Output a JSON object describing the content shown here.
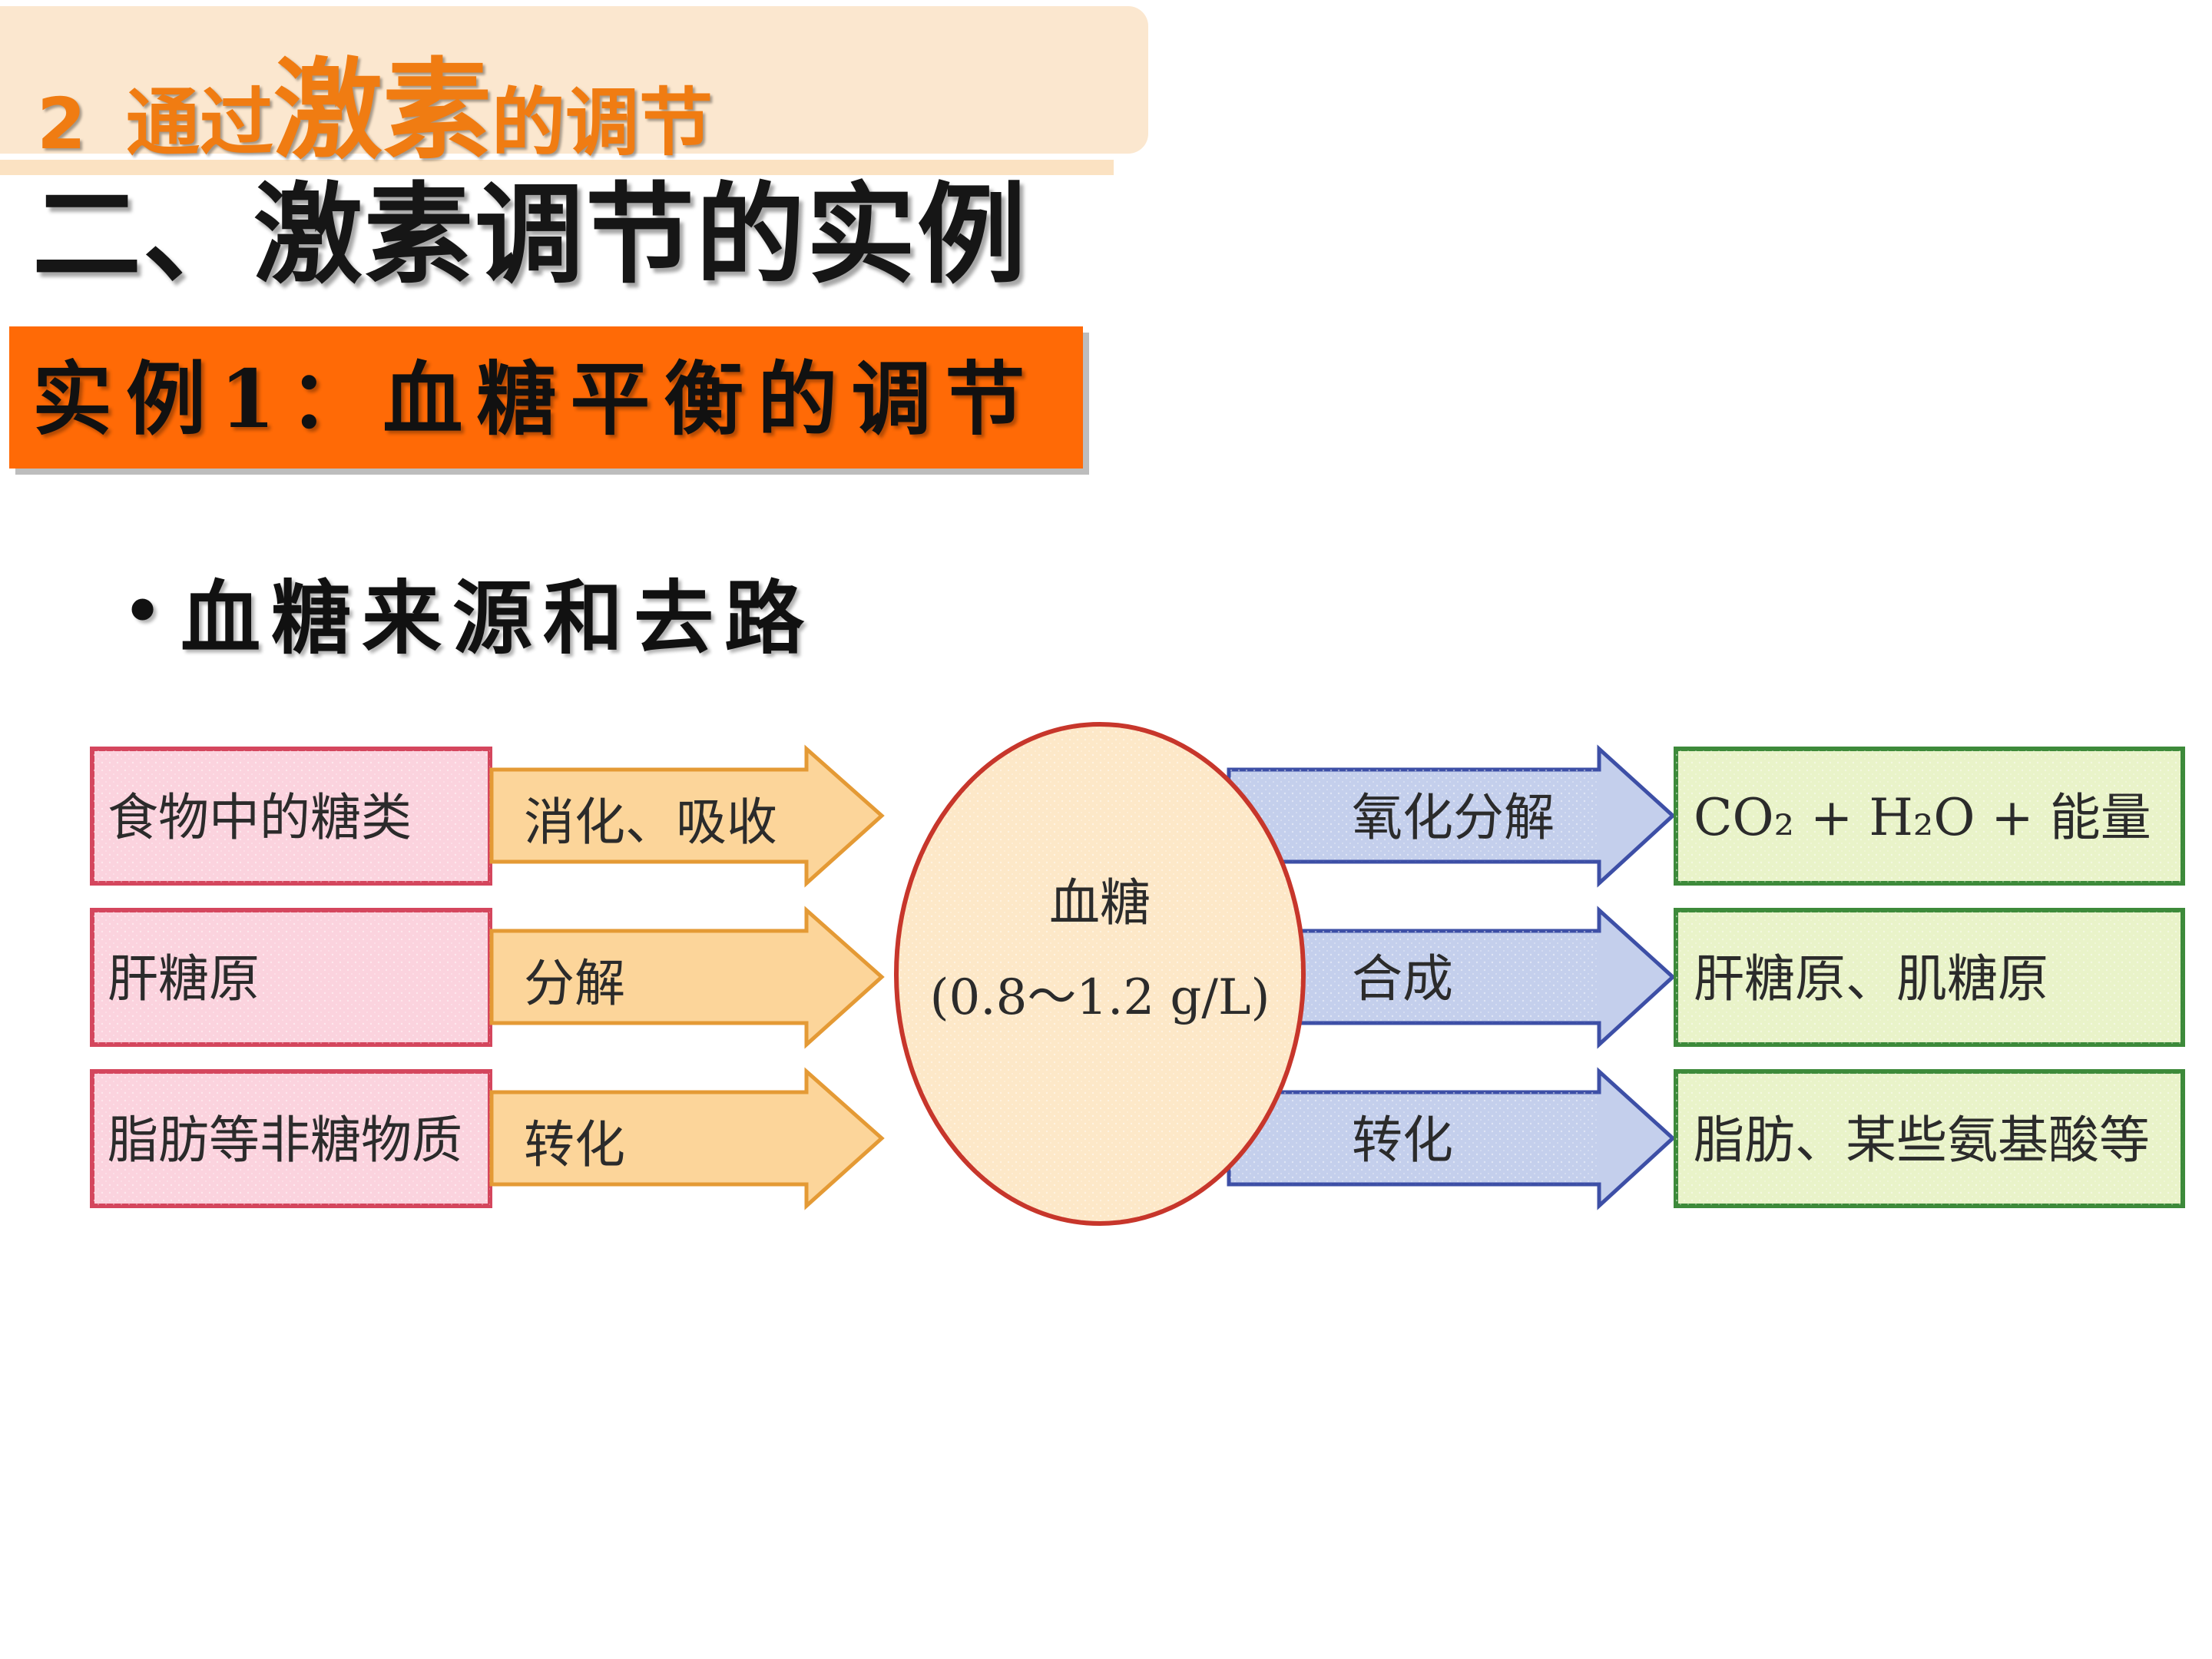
{
  "header": {
    "section_number": "2",
    "title_part1": "通过",
    "title_part2": "激素",
    "title_part3": "的调节"
  },
  "heading": "二、激素调节的实例",
  "example_label": "实例1：血糖平衡的调节",
  "bullet": {
    "dot": "•",
    "text": "血糖来源和去路"
  },
  "diagram": {
    "sources": [
      {
        "box": "食物中的糖类",
        "process": "消化、吸收"
      },
      {
        "box": "肝糖原",
        "process": "分解"
      },
      {
        "box": "脂肪等非糖物质",
        "process": "转化"
      }
    ],
    "center": {
      "label": "血糖",
      "range": "(0.8～1.2 g/L)"
    },
    "destinations": [
      {
        "process": "氧化分解",
        "box": "CO₂ + H₂O + 能量"
      },
      {
        "process": "合成",
        "box": "肝糖原、肌糖原"
      },
      {
        "process": "转化",
        "box": "脂肪、某些氨基酸等"
      }
    ],
    "colors": {
      "source_box_fill": "#fbd3de",
      "source_box_border": "#d4465d",
      "source_arrow_fill": "#fcd59a",
      "source_arrow_border": "#e49a35",
      "center_fill": "#fde8c8",
      "center_border": "#c7362b",
      "dest_arrow_fill": "#c4cfec",
      "dest_arrow_border": "#3d4fa6",
      "dest_box_fill": "#e9f3c9",
      "dest_box_border": "#3d8a3a"
    }
  }
}
